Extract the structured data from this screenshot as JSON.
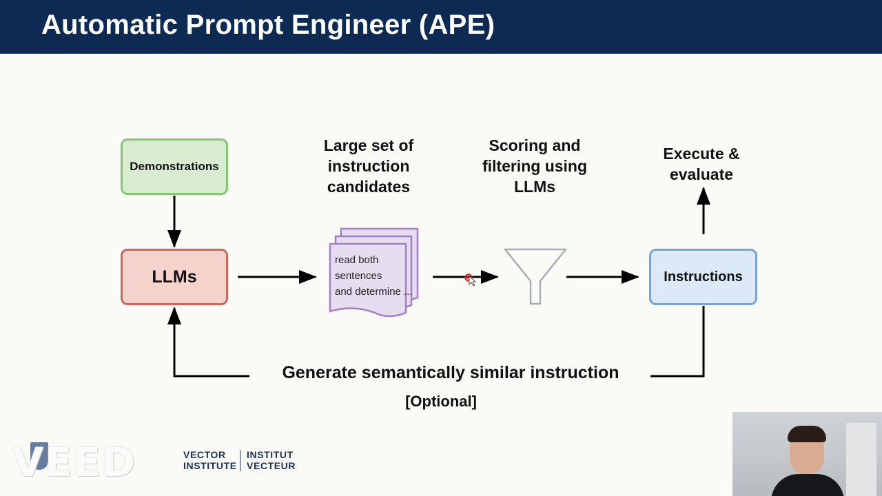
{
  "slide": {
    "title": "Automatic Prompt Engineer (APE)"
  },
  "diagram": {
    "demonstrations": "Demonstrations",
    "llms": "LLMs",
    "instructions": "Instructions",
    "candidates_heading": [
      "Large set of",
      "instruction",
      "candidates"
    ],
    "scoring_heading": [
      "Scoring and",
      "filtering using",
      "LLMs"
    ],
    "execute_heading": [
      "Execute &",
      "evaluate"
    ],
    "document_text": [
      "read both",
      "sentences",
      "and determine ..."
    ],
    "feedback_label": "Generate semantically similar instruction",
    "optional_label": "[Optional]"
  },
  "footer": {
    "watermark": "VEED",
    "vector": [
      "VECTOR",
      "INSTITUTE"
    ],
    "vector_fr": [
      "INSTITUT",
      "VECTEUR"
    ]
  },
  "colors": {
    "title_bar": "#0d2a52",
    "demonstrations_fill": "#d9ecd2",
    "demonstrations_border": "#87c477",
    "llms_fill": "#f5d3cc",
    "llms_border": "#c86a5e",
    "instructions_fill": "#dce9f8",
    "instructions_border": "#7ba3d6",
    "document_fill": "#e7ddf0",
    "document_border": "#a37fc4",
    "funnel_stroke": "#a8aeb6"
  }
}
